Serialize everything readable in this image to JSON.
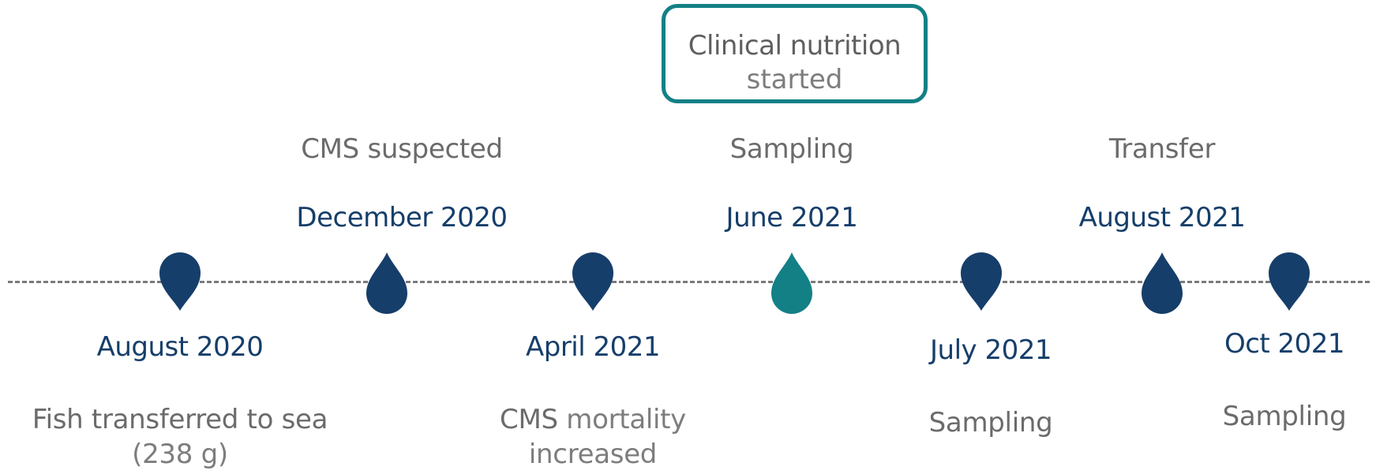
{
  "colors": {
    "primary": "#163e6a",
    "accent": "#138086",
    "text_gray": "#6b6b6b",
    "line_gray": "#7b7b7b"
  },
  "highlight": {
    "line1": "Clinical nutrition",
    "line2": "started"
  },
  "events_above": [
    {
      "date": "December 2020",
      "label": "CMS suspected"
    },
    {
      "date": "June 2021",
      "label": "Sampling"
    },
    {
      "date": "August 2021",
      "label": "Transfer"
    }
  ],
  "events_below": [
    {
      "date": "August 2020",
      "label_bold": "Fish transferred to sea",
      "label_light": "(238 g)"
    },
    {
      "date": "April 2021",
      "label_bold": "CMS",
      "label_light": "mortality",
      "label_line2": "increased"
    },
    {
      "date": "July 2021",
      "label_bold": "Sampling"
    },
    {
      "date": "Oct 2021",
      "label_bold": "Sampling"
    }
  ],
  "markers": [
    {
      "name": "marker-august-2020",
      "shape": "map-pin-icon",
      "color": "#163e6a"
    },
    {
      "name": "marker-december-2020",
      "shape": "drop-icon",
      "color": "#163e6a"
    },
    {
      "name": "marker-april-2021",
      "shape": "map-pin-icon",
      "color": "#163e6a"
    },
    {
      "name": "marker-june-2021",
      "shape": "drop-icon",
      "color": "#138086"
    },
    {
      "name": "marker-july-2021",
      "shape": "map-pin-icon",
      "color": "#163e6a"
    },
    {
      "name": "marker-august-2021",
      "shape": "drop-icon",
      "color": "#163e6a"
    },
    {
      "name": "marker-oct-2021",
      "shape": "map-pin-icon",
      "color": "#163e6a"
    }
  ]
}
